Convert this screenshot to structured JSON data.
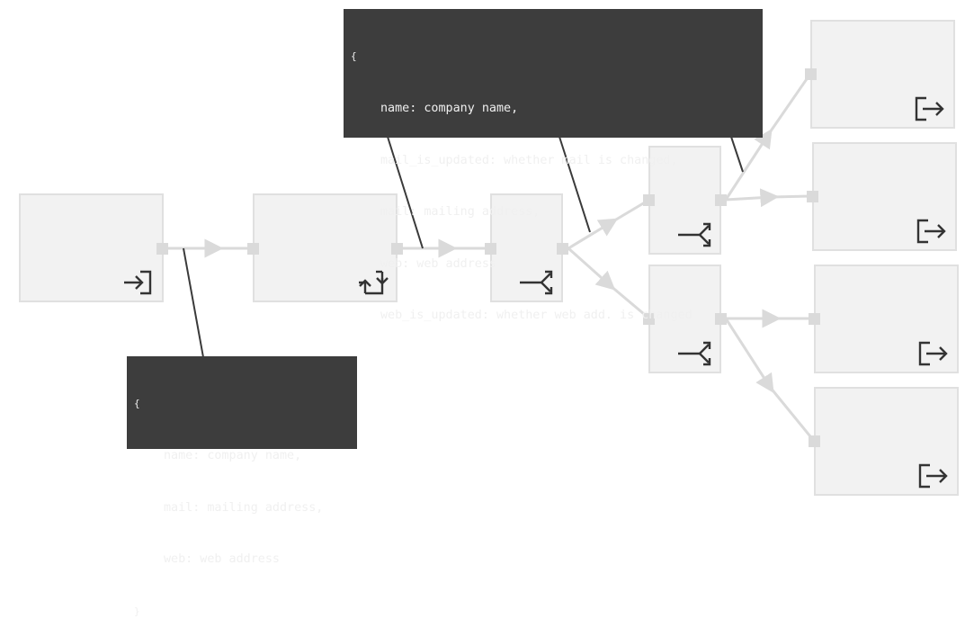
{
  "notes": {
    "top": {
      "open": "{",
      "lines": [
        "name: company name,",
        "mail_is_updated: whether mail is changed,",
        "mail: mailing address,",
        "web: web address",
        "web_is_updated: whether web add. is changed"
      ],
      "close": "}"
    },
    "bottom": {
      "open": "{",
      "lines": [
        "name: company name,",
        "mail: mailing address,",
        "web: web address"
      ],
      "close": "}"
    }
  },
  "nodes": [
    {
      "id": "input",
      "icon": "input-icon"
    },
    {
      "id": "transform",
      "icon": "transform-icon"
    },
    {
      "id": "router-main",
      "icon": "router-icon"
    },
    {
      "id": "router-upper",
      "icon": "router-icon"
    },
    {
      "id": "router-lower",
      "icon": "router-icon"
    },
    {
      "id": "output-1",
      "icon": "output-icon"
    },
    {
      "id": "output-2",
      "icon": "output-icon"
    },
    {
      "id": "output-3",
      "icon": "output-icon"
    },
    {
      "id": "output-4",
      "icon": "output-icon"
    }
  ],
  "colors": {
    "node_fill": "#f2f2f2",
    "node_border": "#e0e0e0",
    "connector": "#dadada",
    "note_fill": "#3d3d3d",
    "icon_stroke": "#333333"
  }
}
